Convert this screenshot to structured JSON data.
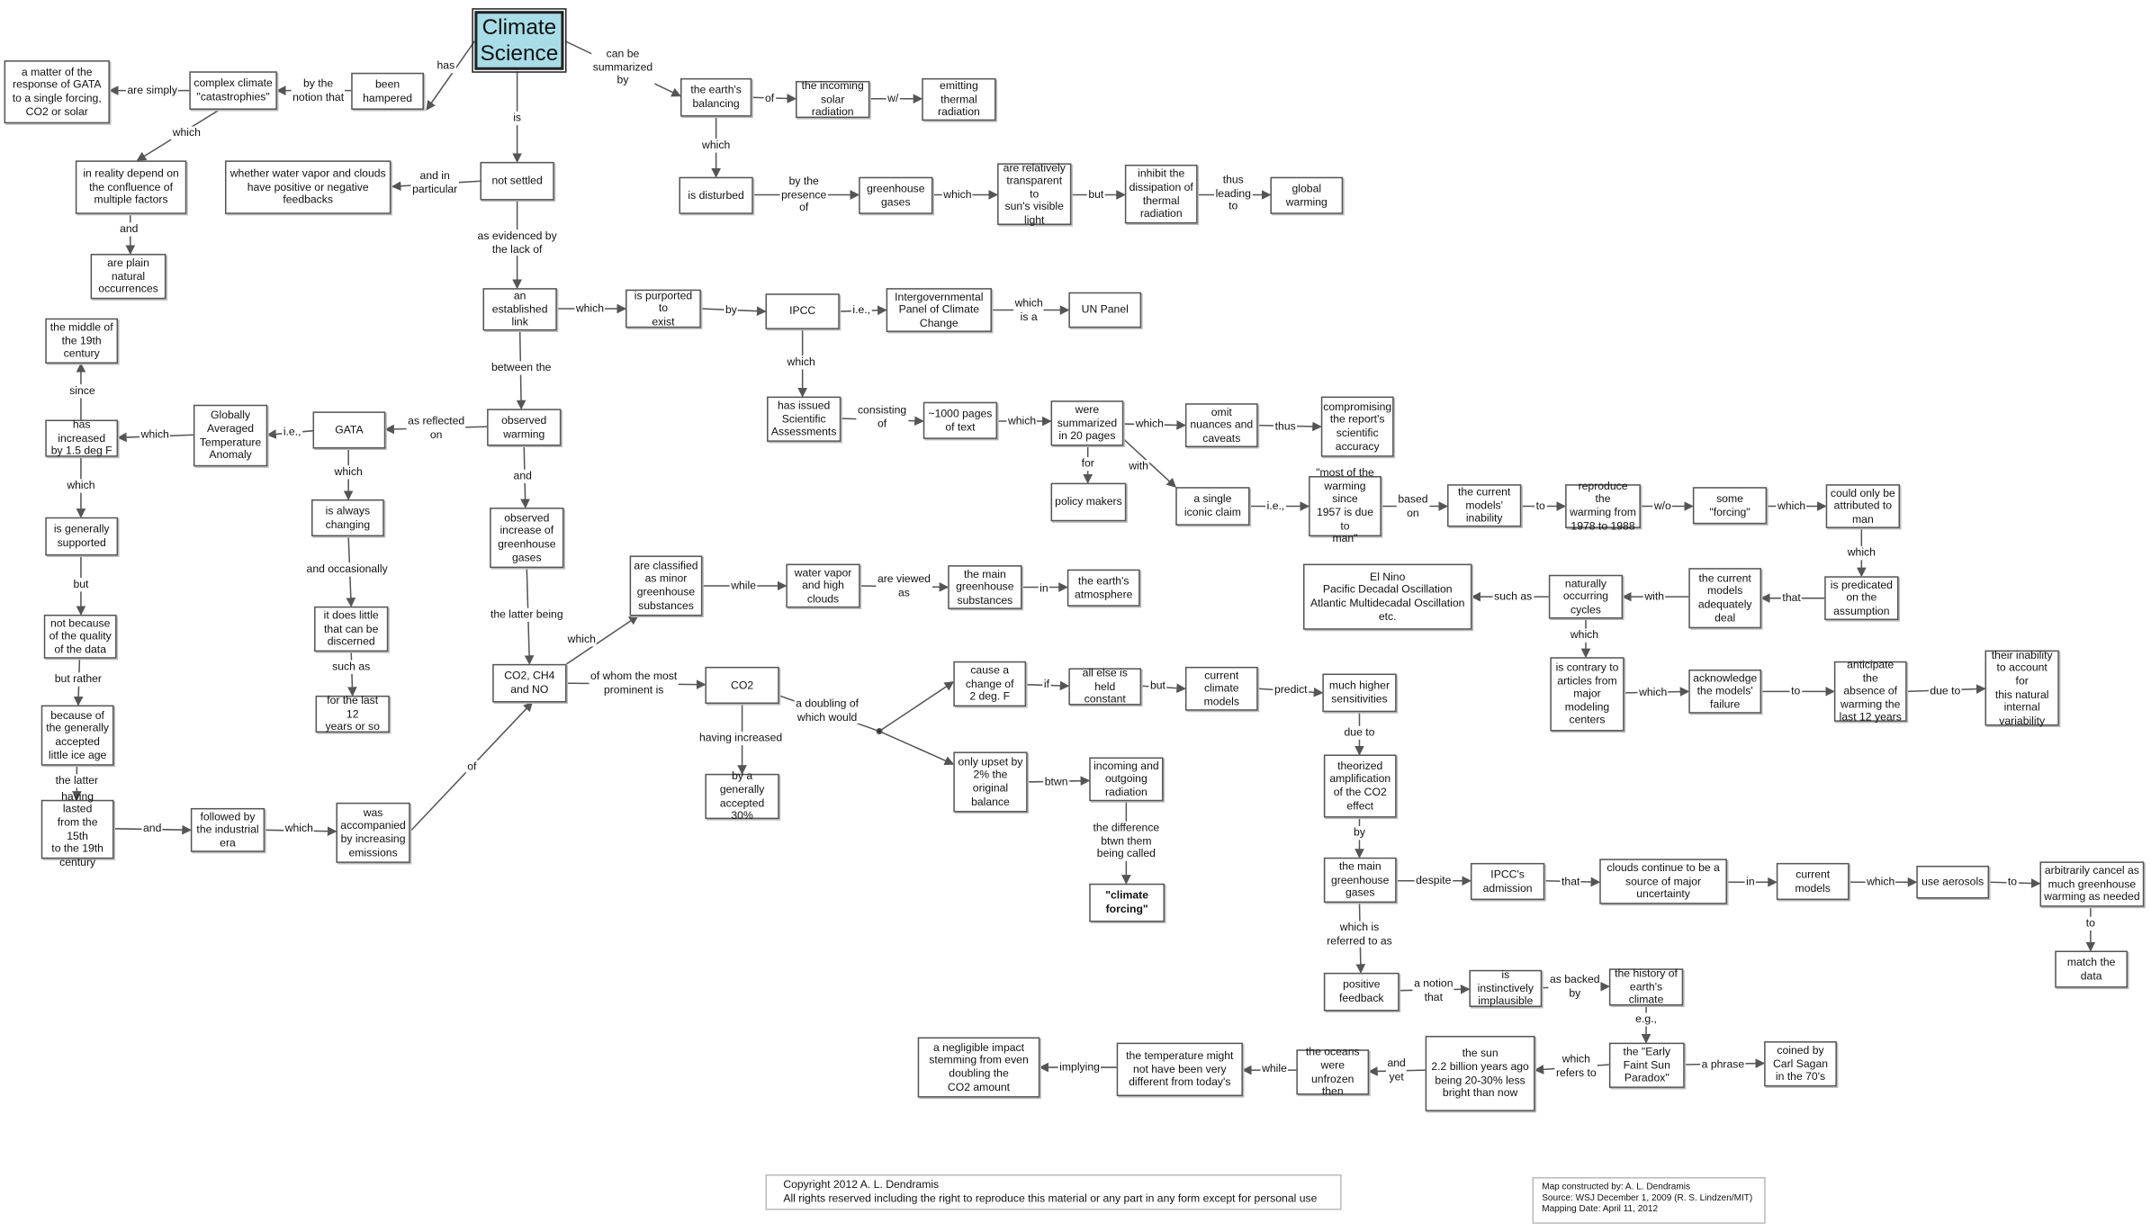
{
  "nodes": {
    "climate_science": "Climate\nScience",
    "matter_gata": "a matter of the\nresponse of GATA\nto a single forcing,\nCO2 or solar",
    "complex_climate": "complex climate\n\"catastrophies\"",
    "been_hampered": "been\nhampered",
    "in_reality": "in reality depend on\nthe confluence of\nmultiple factors",
    "plain_natural": "are plain\nnatural\noccurrences",
    "water_vapor_clouds": "whether water vapor and clouds\nhave positive or negative\nfeedbacks",
    "not_settled": "not settled",
    "earth_balancing": "the earth's\nbalancing",
    "incoming_solar": "the incoming\nsolar radiation",
    "emitting_thermal": "emitting\nthermal\nradiation",
    "is_disturbed": "is disturbed",
    "greenhouse_gases": "greenhouse\ngases",
    "transparent": "are relatively\ntransparent to\nsun's visible\nlight",
    "inhibit": "inhibit the\ndissipation of\nthermal\nradiation",
    "global_warming": "global\nwarming",
    "middle_19th": "the middle of\nthe 19th\ncentury",
    "established_link": "an\nestablished\nlink",
    "purported": "is purported to\nexist",
    "ipcc": "IPCC",
    "intergov_panel": "Intergovernmental\nPanel of Climate\nChange",
    "un_panel": "UN Panel",
    "increased_15": "has increased\nby 1.5 deg F",
    "gata_full": "Globally\nAveraged\nTemperature\nAnomaly",
    "gata": "GATA",
    "observed_warming": "observed\nwarming",
    "scientific_assessments": "has issued\nScientific\nAssessments",
    "pages_1000": "~1000 pages\nof text",
    "summarized_20": "were\nsummarized\nin 20 pages",
    "omit_nuances": "omit\nnuances and\ncaveats",
    "compromising": "compromising\nthe report's\nscientific\naccuracy",
    "generally_supported": "is generally\nsupported",
    "always_changing": "is always\nchanging",
    "policy_makers": "policy makers",
    "single_iconic": "a single\niconic claim",
    "most_warming": "\"most of the\nwarming since\n1957 is due to\nman\"",
    "models_inability": "the current\nmodels'\ninability",
    "reproduce_warming": "reproduce the\nwarming from\n1978 to 1988",
    "some_forcing": "some\n\"forcing\"",
    "attributed_man": "could only be\nattributed to\nman",
    "observed_increase": "observed\nincrease of\ngreenhouse\ngases",
    "minor_greenhouse": "are classified\nas minor\ngreenhouse\nsubstances",
    "water_vapor_high": "water vapor\nand high\nclouds",
    "main_greenhouse_subs": "the main\ngreenhouse\nsubstances",
    "earth_atmosphere": "the earth's\natmosphere",
    "el_nino": "El Nino\nPacific Decadal Oscillation\nAtlantic Multidecadal Oscillation\netc.",
    "naturally_occurring": "naturally\noccurring\ncycles",
    "models_adequately": "the current\nmodels\nadequately\ndeal",
    "predicated": "is predicated\non the\nassumption",
    "not_quality": "not because\nof the quality\nof the data",
    "does_little": "it does little\nthat can be\ndiscerned",
    "co2_ch4_no": "CO2, CH4\nand NO",
    "co2": "CO2",
    "change_2deg": "cause a\nchange of\n2 deg. F",
    "all_else": "all else is held\nconstant",
    "current_climate_models": "current\nclimate\nmodels",
    "higher_sensitivities": "much higher\nsensitivities",
    "contrary_articles": "is contrary to\narticles from\nmajor\nmodeling\ncenters",
    "acknowledge_failure": "acknowledge\nthe models'\nfailure",
    "anticipate_absence": "anticipate the\nabsence of\nwarming the\nlast 12 years",
    "inability_natural": "their inability\nto account for\nthis natural\ninternal\nvariability",
    "little_ice_age": "because of\nthe generally\naccepted\nlittle ice age",
    "last_12_years": "for the last 12\nyears or so",
    "accepted_30": "by a generally\naccepted\n30%",
    "upset_2pct": "only upset by\n2% the\noriginal\nbalance",
    "incoming_outgoing": "incoming and\noutgoing\nradiation",
    "theorized_amplification": "theorized\namplification\nof the CO2\neffect",
    "lasted_15th": "having lasted\nfrom the 15th\nto the 19th\ncentury",
    "industrial_era": "followed by\nthe industrial\nera",
    "accompanied_emissions": "was\naccompanied\nby increasing\nemissions",
    "main_greenhouse_gases": "the main\ngreenhouse\ngases",
    "ipcc_admission": "IPCC's\nadmission",
    "clouds_uncertainty": "clouds continue to be a\nsource of major\nuncertainty",
    "current_models": "current\nmodels",
    "use_aerosols": "use aerosols",
    "arbitrarily_cancel": "arbitrarily cancel as\nmuch greenhouse\nwarming as needed",
    "climate_forcing": "\"climate\nforcing\"",
    "match_data": "match the\ndata",
    "positive_feedback": "positive\nfeedback",
    "instinctively_implausible": "is instinctively\nimplausible",
    "history_climate": "the history of\nearth's climate",
    "negligible_impact": "a negligible impact\nstemming from even\ndoubling the\nCO2 amount",
    "temperature_different": "the temperature might\nnot have been very\ndifferent from today's",
    "oceans_unfrozen": "the oceans\nwere unfrozen\nthen",
    "sun_22": "the sun\n2.2 billion years ago\nbeing 20-30% less\nbright than now",
    "faint_sun": "the \"Early\nFaint Sun\nParadox\"",
    "carl_sagan": "coined by\nCarl Sagan\nin the 70's"
  },
  "links": {
    "has": "has",
    "can_be_summarized_by": "can be\nsummarized\nby",
    "are_simply": "are simply",
    "by_the_notion_that": "by the\nnotion that",
    "which_1": "which",
    "and_1": "and",
    "is": "is",
    "and_in_particular": "and in\nparticular",
    "of_1": "of",
    "w_slash": "w/",
    "which_2": "which",
    "by_the_presence_of": "by the\npresence\nof",
    "which_3": "which",
    "but_1": "but",
    "thus_leading_to": "thus\nleading\nto",
    "as_evidenced_by": "as evidenced by\nthe lack of",
    "which_4": "which",
    "by_1": "by",
    "ie_1": "i.e.,",
    "which_is_a": "which\nis a",
    "since": "since",
    "between_the": "between the",
    "which_5": "which",
    "ie_2": "i.e.,",
    "as_reflected_on": "as reflected\non",
    "consisting_of": "consisting\nof",
    "which_6": "which",
    "which_7": "which",
    "thus": "thus",
    "which_8": "which",
    "which_9": "which",
    "for": "for",
    "with_1": "with",
    "ie_3": "i.e.,",
    "based_on": "based\non",
    "to_1": "to",
    "w_o": "w/o",
    "which_10": "which",
    "which_11": "which",
    "and_2": "and",
    "and_occasionally": "and occasionally",
    "while_1": "while",
    "are_viewed_as": "are viewed\nas",
    "in_1": "in",
    "such_as_1": "such as",
    "with_2": "with",
    "that_1": "that",
    "but_2": "but",
    "which_12": "which",
    "the_latter_being": "the latter being",
    "which_13": "which",
    "but_rather": "but rather",
    "such_as_2": "such as",
    "of_whom": "of whom the most\nprominent is",
    "if": "if",
    "but_3": "but",
    "predict": "predict",
    "a_doubling_of": "a doubling of\nwhich would",
    "which_14": "which",
    "to_2": "to",
    "due_to_1": "due to",
    "the_latter": "the latter",
    "having_increased": "having increased",
    "btwn": "btwn",
    "due_to_2": "due to",
    "of_2": "of",
    "and_3": "and",
    "which_15": "which",
    "the_difference": "the difference\nbtwn them\nbeing called",
    "by_2": "by",
    "despite": "despite",
    "that_2": "that",
    "in_2": "in",
    "which_16": "which",
    "to_3": "to",
    "to_4": "to",
    "which_is_referred": "which is\nreferred to as",
    "a_notion_that": "a notion\nthat",
    "as_backed_by": "as backed\nby",
    "eg": "e.g.,",
    "implying": "implying",
    "while_2": "while",
    "and_yet": "and\nyet",
    "which_refers_to": "which\nrefers to",
    "a_phrase": "a phrase"
  },
  "footer": {
    "copyright": "Copyright 2012  A. L. Dendramis\nAll rights reserved including the right to reproduce this material or any part in any form except for personal use",
    "credits": "Map constructed by:  A. L. Dendramis\nSource: WSJ December 1, 2009 (R. S. Lindzen/MIT)\nMapping Date: April 11, 2012"
  },
  "colors": {
    "root_fill": "#a8dde8",
    "line": "#555555"
  }
}
